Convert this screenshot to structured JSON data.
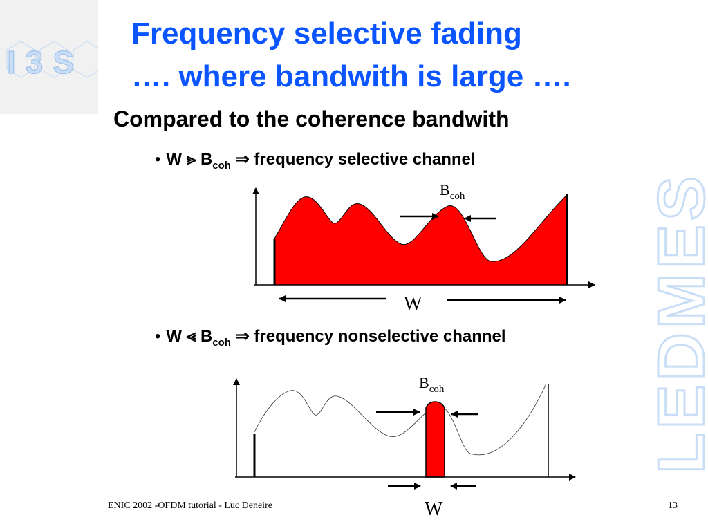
{
  "logo": {
    "text": "I3S"
  },
  "watermark": {
    "text": "LEDMES"
  },
  "title": {
    "line1": "Frequency selective fading",
    "line2": "…. where bandwith is large …."
  },
  "subtitle": "Compared to the coherence bandwith",
  "bullets": [
    {
      "w": "W",
      "relation": "⪢",
      "b": "B",
      "b_sub": "coh",
      "implies": "⇒",
      "text": "frequency selective channel"
    },
    {
      "w": "W",
      "relation": "⪡",
      "b": "B",
      "b_sub": "coh",
      "implies": "⇒",
      "text": "frequency nonselective channel"
    }
  ],
  "diagram_top": {
    "bcoh_label": "B",
    "bcoh_sub": "coh",
    "w_label": "W"
  },
  "diagram_bottom": {
    "bcoh_label": "B",
    "bcoh_sub": "coh",
    "w_label": "W"
  },
  "footer": {
    "text": "ENIC 2002 -OFDM tutorial - Luc Deneire",
    "page": "13"
  },
  "colors": {
    "title": "#0a55ff",
    "fill": "#ff0000",
    "logo": "#cfe1f7"
  }
}
